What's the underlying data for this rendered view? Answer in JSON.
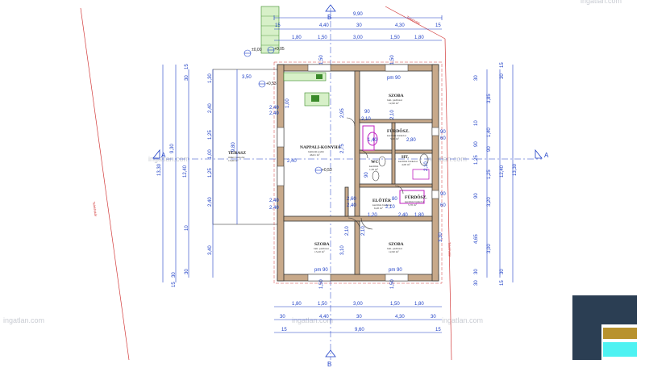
{
  "rooms": [
    {
      "key": "terasz",
      "name": "TERASZ",
      "sub": "mûkõ burkolat",
      "area": "15,60 m²"
    },
    {
      "key": "nappali",
      "name": "NAPPALI-KONYHA",
      "sub": "laminált padló",
      "area": "46,61 m²"
    },
    {
      "key": "szoba1",
      "name": "SZOBA",
      "sub": "lam. padlózat",
      "area": "12,90 m²"
    },
    {
      "key": "furdo1",
      "name": "FÜRDÕSZ.",
      "sub": "kerámia burkolat",
      "area": "5,20 m²"
    },
    {
      "key": "wc",
      "name": "WC",
      "sub": "kerámia",
      "area": "1,50 m²"
    },
    {
      "key": "ht",
      "name": "HT.",
      "sub": "kerámia burkolat",
      "area": "4,00 m²"
    },
    {
      "key": "furdo2",
      "name": "FÜRDÕSZ.",
      "sub": "kerámia burkolat",
      "area": "5,70 m²"
    },
    {
      "key": "eloter",
      "name": "ELÕTÉR",
      "sub": "kerámia burkolat",
      "area": "6,20 m²"
    },
    {
      "key": "szoba2",
      "name": "SZOBA",
      "sub": "lam. padlózat",
      "area": "13,20 m²"
    },
    {
      "key": "szoba3",
      "name": "SZOBA",
      "sub": "lam. padlózat",
      "area": "12,90 m²"
    }
  ],
  "dims": {
    "top1": "9,90",
    "top2": [
      "15",
      "4,40",
      "30",
      "4,30",
      "15"
    ],
    "top3": [
      "1,80",
      "1,50",
      "3,00",
      "1,50",
      "1,80"
    ],
    "bot1": [
      "1,80",
      "1,50",
      "3,00",
      "1,50",
      "1,80"
    ],
    "bot2": [
      "30",
      "4,40",
      "30",
      "4,30",
      "30"
    ],
    "bot3": [
      "15",
      "9,60",
      "15"
    ],
    "left_outer": "13,30",
    "left_mid": "12,40",
    "left_10": "9,30",
    "left_terasz": "9,80",
    "left_inner": [
      "1,30",
      "2,40",
      "1,25",
      "1,00",
      "1,25",
      "2,40",
      "3,40"
    ],
    "left_small": [
      "15",
      "30",
      "10",
      "30",
      "30",
      "15"
    ],
    "right_outer": "13,30",
    "right_mid": "12,40",
    "right_inner": [
      "3,85",
      "1,40",
      "90",
      "1,25",
      "3,20",
      "4,65",
      "3,00"
    ],
    "right_small": [
      "15",
      "30",
      "90",
      "30",
      "15"
    ],
    "right_side": [
      "30",
      "10",
      "1,25",
      "90",
      "30",
      "30"
    ]
  },
  "labels": {
    "terasz_w": "3,50",
    "lvl1": "±0,00",
    "lvl2": "+0,05",
    "lvl3": "+0,53",
    "lvl4": "+0,53",
    "d_240": "2,40",
    "d_210": "2,10",
    "d_90": "90",
    "d_60": "60",
    "d_150": "1,50",
    "d_260": "2,60",
    "d_80": "80",
    "d_140": "1,40",
    "d_120": "1,20",
    "d_180": "1,80",
    "d_280": "2,80",
    "d_100": "1,00",
    "d_275": "2,75",
    "d_295": "2,95",
    "d_310": "3,10",
    "d_330": "3,30",
    "d_50": "50",
    "pm90": "pm 90",
    "telekhatar": "Telekhatár"
  },
  "axes": {
    "a": "A",
    "b": "B"
  },
  "watermark": "ingatlan.com",
  "brand_colors": {
    "navy": "#2b3e53",
    "gold": "#b8922e",
    "cyan": "#4ef2f2"
  }
}
